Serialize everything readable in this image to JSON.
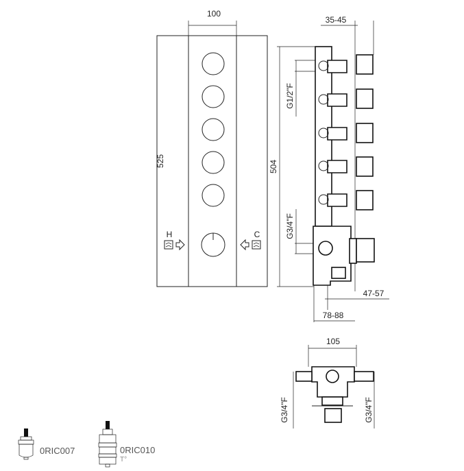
{
  "front_view": {
    "width_dim": "100",
    "height_dim": "525",
    "hot_label": "H",
    "cold_label": "C",
    "knob_count": 5
  },
  "side_view": {
    "height_dim": "504",
    "depth_top_dim": "35-45",
    "thread_outlets": "G1/2\"F",
    "thread_inlet": "G3/4\"F",
    "depth_bottom_dim": "47-57",
    "depth_body_dim": "78-88"
  },
  "bottom_view": {
    "width_dim": "105",
    "thread_left": "G3/4\"F",
    "thread_right": "G3/4\"F"
  },
  "cartridges": [
    {
      "code": "0RIC007",
      "note": ""
    },
    {
      "code": "0RIC010",
      "note": "T°"
    }
  ]
}
